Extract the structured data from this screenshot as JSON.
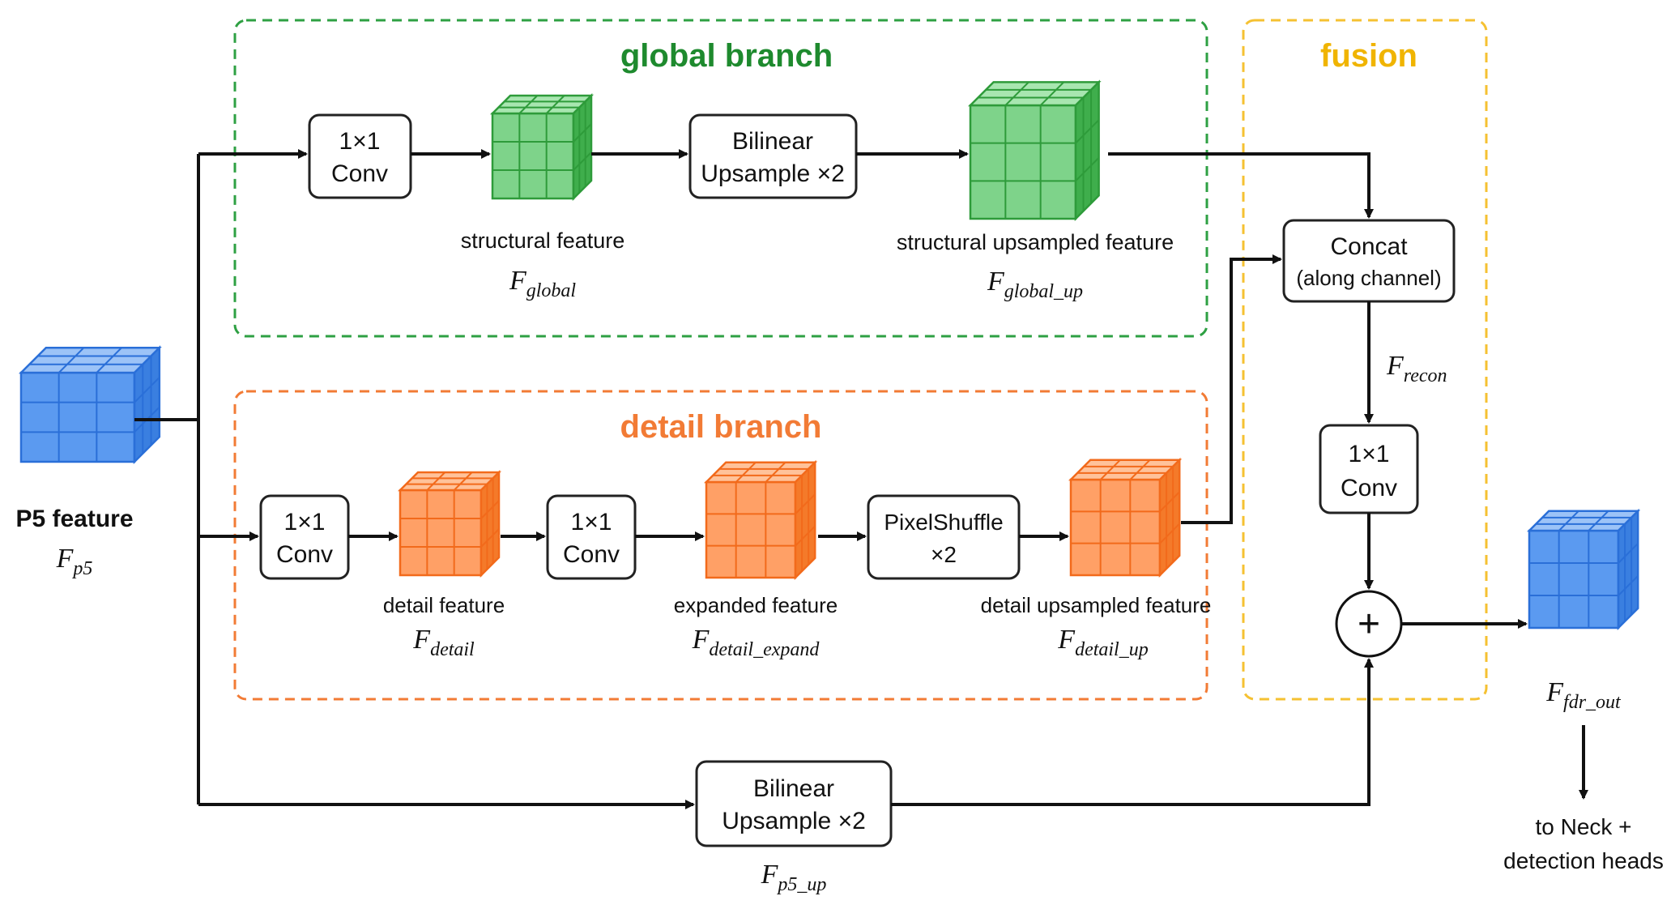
{
  "colors": {
    "global": "#2ea043",
    "global_title": "#1e8a2e",
    "detail": "#f27b35",
    "fusion": "#f5c132",
    "fusion_title": "#f0b400",
    "cube_green_fill": "#7ed38a",
    "cube_green_stroke": "#2e9b3a",
    "cube_orange_fill": "#ffa066",
    "cube_orange_stroke": "#f26a1b",
    "cube_blue_fill": "#5b9af0",
    "cube_blue_stroke": "#2a6fd8",
    "box_stroke": "#222222",
    "arrow": "#111111"
  },
  "regions": {
    "global_title": "global branch",
    "detail_title": "detail branch",
    "fusion_title": "fusion"
  },
  "input": {
    "label": "P5 feature",
    "symbol": "F",
    "subscript": "p5"
  },
  "global_branch": {
    "conv": {
      "line1": "1×1",
      "line2": "Conv"
    },
    "structural": {
      "caption": "structural feature",
      "symbol": "F",
      "subscript": "global"
    },
    "upsample": {
      "line1": "Bilinear",
      "line2": "Upsample ×2"
    },
    "structural_up": {
      "caption": "structural upsampled feature",
      "symbol": "F",
      "subscript": "global_up"
    }
  },
  "detail_branch": {
    "conv1": {
      "line1": "1×1",
      "line2": "Conv"
    },
    "detail": {
      "caption": "detail feature",
      "symbol": "F",
      "subscript": "detail"
    },
    "conv2": {
      "line1": "1×1",
      "line2": "Conv"
    },
    "expanded": {
      "caption": "expanded feature",
      "symbol": "F",
      "subscript": "detail_expand"
    },
    "pixelshuffle": {
      "line1": "PixelShuffle",
      "line2": "×2"
    },
    "detail_up": {
      "caption": "detail upsampled feature",
      "symbol": "F",
      "subscript": "detail_up"
    }
  },
  "fusion": {
    "concat": {
      "line1": "Concat",
      "line2": "(along channel)"
    },
    "recon": {
      "symbol": "F",
      "subscript": "recon"
    },
    "conv": {
      "line1": "1×1",
      "line2": "Conv"
    },
    "add_symbol": "+"
  },
  "bypass": {
    "upsample": {
      "line1": "Bilinear",
      "line2": "Upsample ×2"
    },
    "symbol": "F",
    "subscript": "p5_up"
  },
  "output": {
    "symbol": "F",
    "subscript": "fdr_out",
    "dest_line1": "to Neck +",
    "dest_line2": "detection heads"
  }
}
